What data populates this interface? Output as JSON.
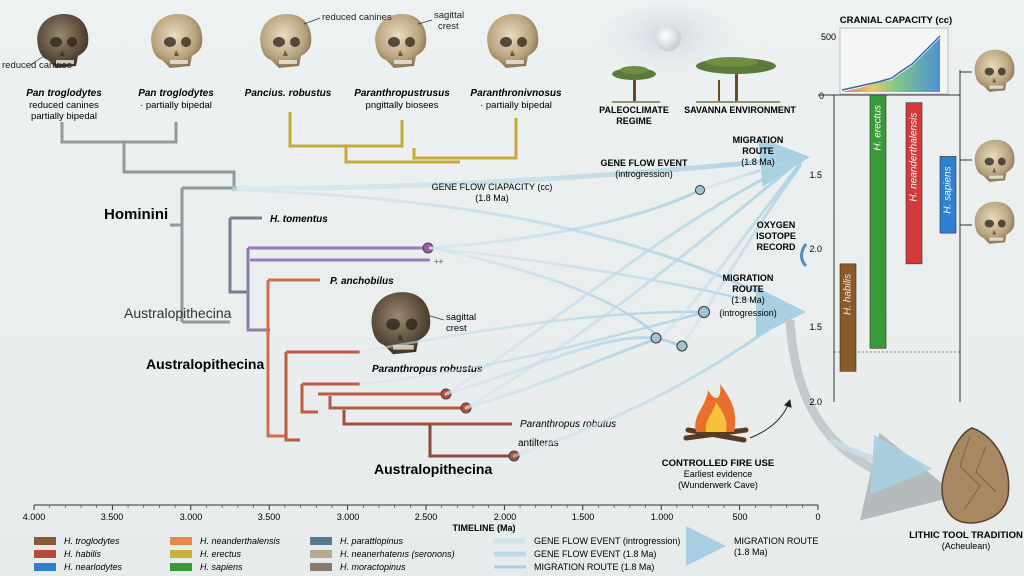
{
  "skulls": [
    {
      "name": "Pan troglodytes",
      "desc1": "reduced canines",
      "desc2": "partially bipedal",
      "callout": "reduced canines"
    },
    {
      "name": "Pan troglodytes",
      "desc1": "· partially bipedal",
      "desc2": "",
      "callout": ""
    },
    {
      "name": "Pancius. robustus",
      "desc1": "",
      "desc2": "",
      "callout": "reduced canines"
    },
    {
      "name": "Paranthropustrusus",
      "desc1": "pngittally biosees",
      "desc2": "",
      "callout": "sagittal crest"
    },
    {
      "name": "Paranthronivnosus",
      "desc1": "· partially bipedal",
      "desc2": "",
      "callout": ""
    }
  ],
  "tree_labels": {
    "hominini": "Hominini",
    "australo_1": "Australopithecina",
    "australo_2": "Australopithecina",
    "australo_3": "Australopithecina",
    "h_tomentus": "H. tomentus",
    "p_anchobilus": "P. anchobilus",
    "plus_mark": "++",
    "mid_skull_name": "Paranthropus robustus",
    "mid_skull_callout": "sagittal crest",
    "paranthropus_robutus": "Paranthropus robutus",
    "antilteras": "antilteras"
  },
  "flow_labels": {
    "gene_flow_capacity": "GENE FLOW CIAPACITY (cc)",
    "gene_flow_capacity_sub": "(1.8 Ma)",
    "gene_flow_event": "GENE FLOW EVENT",
    "gene_flow_event_sub": "(introgression)",
    "migration_top": "MIGRATION",
    "migration_top_2": "ROUTE",
    "migration_top_sub": "(1.8 Ma)",
    "migration_mid": "MIGRATION",
    "migration_mid_2": "ROUTE",
    "migration_mid_sub": "(1.8 Ma)",
    "migration_mid_sub2": "(introgression)",
    "oxygen_1": "OXYGEN",
    "oxygen_2": "ISOTOPE",
    "oxygen_3": "RECORD"
  },
  "environment": {
    "paleoclimate_1": "PALEOCLIMATE",
    "paleoclimate_2": "REGIME",
    "savanna": "SAVANNA ENVIRONMENT"
  },
  "cranial": {
    "title": "CRANIAL CAPACITY (cc)",
    "y_top": "500",
    "y_zero": "0",
    "bars": [
      {
        "label": "H. sapiens",
        "color": "#2f7fd0",
        "start": 1.4,
        "end": 1.9
      },
      {
        "label": "H. neanderthalensis",
        "color": "#d23a3a",
        "start": 1.05,
        "end": 2.1
      },
      {
        "label": "H. erectus",
        "color": "#3a9a3a",
        "start": 1.0,
        "end": 2.65
      },
      {
        "label": "H. habilis",
        "color": "#8a5a2a",
        "start": 2.1,
        "end": 2.8
      }
    ],
    "ticks": [
      "1.5",
      "2.0",
      "1.5",
      "2.0"
    ]
  },
  "fire": {
    "title": "CONTROLLED FIRE USE",
    "sub1": "Earliest evidence",
    "sub2": "(Wunderwerk Cave)"
  },
  "lithic": {
    "title": "LITHIC TOOL TRADITION",
    "sub": "(Acheulean)"
  },
  "timeline": {
    "label": "TIMELINE (Ma)",
    "ticks": [
      "4.000",
      "3.500",
      "3.000",
      "3.500",
      "3.000",
      "2.500",
      "2.000",
      "1.500",
      "1.000",
      "500",
      "0"
    ]
  },
  "legend": {
    "col1": [
      {
        "label": "H. troglodytes",
        "color": "#8b5a3c"
      },
      {
        "label": "H. habilis",
        "color": "#b84a3a"
      },
      {
        "label": "H. nearlodytes",
        "color": "#2f7fd0"
      }
    ],
    "col2": [
      {
        "label": "H. neanderthalensis",
        "color": "#e8894a"
      },
      {
        "label": "H. erectus",
        "color": "#c9b13a"
      },
      {
        "label": "H. sapiens",
        "color": "#3a9a3a"
      }
    ],
    "col3": [
      {
        "label": "H. parattlopinus",
        "color": "#5a7a8a"
      },
      {
        "label": "H. neanerhatenıs (seronons)",
        "color": "#b8a890"
      },
      {
        "label": "H. moractopinus",
        "color": "#8a7a6a"
      }
    ],
    "col4": [
      "GENE FLOW EVENT (introgression)",
      "GENE FLOW EVENT (1.8 Ma)",
      "MIGRATION ROUTE (1.8 Ma)"
    ],
    "col5_1": "MIGRATION ROUTE",
    "col5_2": "(1.8 Ma)"
  }
}
